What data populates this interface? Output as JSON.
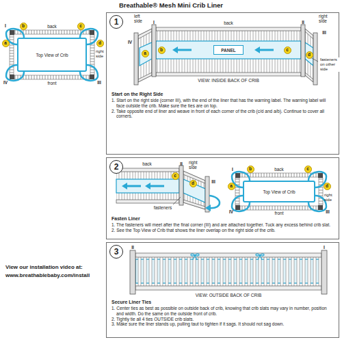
{
  "diagram": {
    "title": "Breathable® Mesh Mini Crib Liner",
    "nodes": [
      {
        "text": [
          "Top View of Crib"
        ]
      },
      {
        "text": [
          "a"
        ]
      },
      {
        "text": [
          "b"
        ]
      },
      {
        "text": [
          "c"
        ]
      },
      {
        "text": [
          "d"
        ]
      },
      {
        "text": [
          "Start on the Right Side",
          "1. Start on the right side (corner III), with the end of the liner that has the warning label. The warning label will face outside the crib. Make sure the ties are on top.",
          "2. Take opposite end of liner and weave in front of each corner of the crib (c/d and a/b). Continue to cover all corners."
        ]
      },
      {
        "text": [
          "1"
        ],
        "in": 5
      },
      {
        "text": [
          "PANEL"
        ],
        "in": 5
      },
      {
        "text": [
          "a"
        ],
        "in": 5
      },
      {
        "text": [
          "b"
        ],
        "in": 5
      },
      {
        "text": [
          "c"
        ],
        "in": 5
      },
      {
        "text": [
          "d"
        ],
        "in": 5
      },
      {
        "text": [
          "Fasten Liner",
          "1. The fasteners will meet after the final corner (III) and are attached together. Tuck any excess behind crib slat.",
          "2. See the Top View of Crib that shows the liner overlap on the right side of the crib."
        ]
      },
      {
        "text": [
          "2"
        ],
        "in": 12
      },
      {
        "text": [
          "c"
        ],
        "in": 12
      },
      {
        "text": [
          "d"
        ],
        "in": 12
      },
      {
        "text": [
          "Top View of Crib"
        ],
        "in": 12
      },
      {
        "text": [
          "a"
        ],
        "in": 12
      },
      {
        "text": [
          "b"
        ],
        "in": 12
      },
      {
        "text": [
          "c"
        ],
        "in": 12
      },
      {
        "text": [
          "d"
        ],
        "in": 12
      },
      {
        "text": [
          "Secure Liner Ties",
          "1. Center ties as best as possible on outside back of crib, knowing that crib slats may vary in number, position and width. Do the same on the outside front of crib.",
          "2. Tightly tie all 4 ties OUTSIDE crib slats.",
          "3. Make sure the liner stands up, pulling taut to tighten if it sags. It should not sag down."
        ]
      },
      {
        "text": [
          "3"
        ],
        "in": 21
      }
    ],
    "labels": [
      "I",
      "back",
      "right side",
      "IV",
      "front",
      "III",
      "left side",
      "I",
      "back",
      "II",
      "right side",
      "IV",
      "III",
      "fasteners on other side",
      "VIEW: INSIDE BACK OF CRIB",
      "back",
      "II",
      "right side",
      "III",
      "fasteners",
      "I",
      "back",
      "right side",
      "IV",
      "front",
      "III",
      "View our installation video at:",
      "www.breathablebaby.com/install",
      "II",
      "I",
      "VIEW: OUTSIDE BACK OF CRIB"
    ]
  }
}
